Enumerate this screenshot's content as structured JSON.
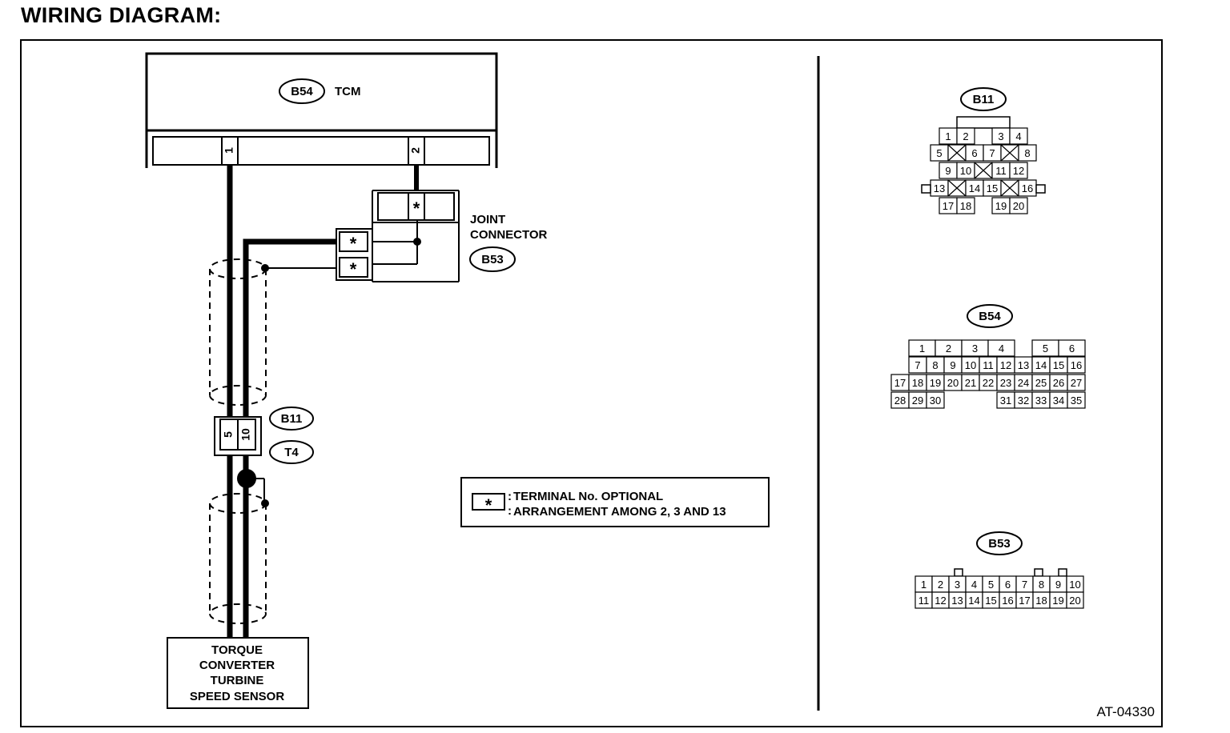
{
  "heading": "WIRING DIAGRAM:",
  "tcm": {
    "connector_id": "B54",
    "name": "TCM",
    "pins": [
      "1",
      "2"
    ]
  },
  "joint_connector": {
    "name_line1": "JOINT",
    "name_line2": "CONNECTOR",
    "connector_id": "B53",
    "pin_symbol": "*"
  },
  "inline_connector": {
    "id_upper": "B11",
    "id_lower": "T4",
    "pins": [
      "5",
      "10"
    ]
  },
  "sensor": {
    "lines": [
      "TORQUE",
      "CONVERTER",
      "TURBINE",
      "SPEED SENSOR"
    ]
  },
  "legend": {
    "symbol": "*",
    "line1": "TERMINAL No. OPTIONAL",
    "line2": "ARRANGEMENT AMONG 2, 3  AND 13"
  },
  "connector_views": {
    "b11": {
      "label": "B11",
      "rows": [
        [
          "1",
          "2",
          "",
          "3",
          "4"
        ],
        [
          "5",
          "",
          "6",
          "7",
          "",
          "8"
        ],
        [
          "9",
          "10",
          "",
          "11",
          "12"
        ],
        [
          "13",
          "",
          "14",
          "15",
          "",
          "16"
        ],
        [
          "17",
          "18",
          "",
          "19",
          "20"
        ]
      ]
    },
    "b54": {
      "label": "B54",
      "rows": [
        [
          "1",
          "2",
          "3",
          "4",
          "",
          "5",
          "6"
        ],
        [
          "7",
          "8",
          "9",
          "10",
          "11",
          "12",
          "13",
          "14",
          "15",
          "16"
        ],
        [
          "17",
          "18",
          "19",
          "20",
          "21",
          "22",
          "23",
          "24",
          "25",
          "26",
          "27"
        ],
        [
          "28",
          "29",
          "30",
          "31",
          "32",
          "33",
          "34",
          "35"
        ]
      ]
    },
    "b53": {
      "label": "B53",
      "rows": [
        [
          "1",
          "2",
          "3",
          "4",
          "5",
          "6",
          "7",
          "8",
          "9",
          "10"
        ],
        [
          "11",
          "12",
          "13",
          "14",
          "15",
          "16",
          "17",
          "18",
          "19",
          "20"
        ]
      ]
    }
  },
  "figure_code": "AT-04330"
}
